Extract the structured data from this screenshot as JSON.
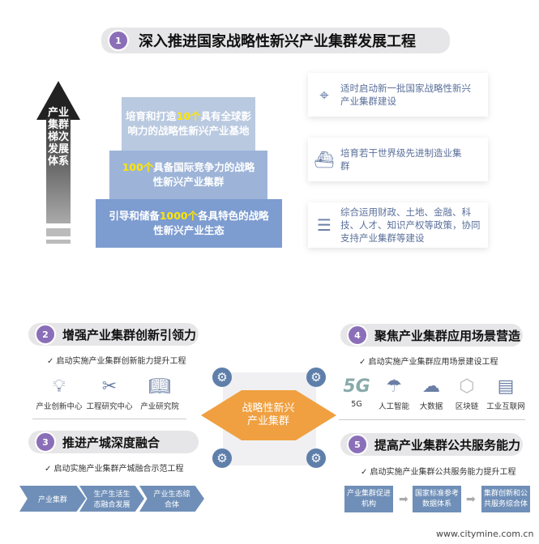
{
  "s1": {
    "num": "1",
    "title": "深入推进国家战略性新兴产业集群发展工程",
    "arrow_label": "产业集群梯次发展体系",
    "tiers": [
      {
        "pre": "培育和打造",
        "hl": "10个",
        "post": "具有全球影响力的战略性新兴产业基地"
      },
      {
        "pre": "",
        "hl": "100个",
        "post": "具备国际竞争力的战略性新兴产业集群"
      },
      {
        "pre": "引导和储备",
        "hl": "1000个",
        "post": "各具特色的战略性新兴产业生态"
      }
    ],
    "cards": [
      {
        "icon": "map-icon",
        "text": "适时启动新一批国家战略性新兴产业集群建设"
      },
      {
        "icon": "ship-icon",
        "text": "培育若干世界级先进制造业集群"
      },
      {
        "icon": "list-icon",
        "text": "综合运用财政、土地、金融、科技、人才、知识产权等政策，协同支持产业集群等建设"
      }
    ]
  },
  "s2": {
    "num": "2",
    "title": "增强产业集群创新引领力",
    "check": "✓ 启动实施产业集群创新能力提升工程",
    "items": [
      "产业创新中心",
      "工程研究中心",
      "产业研究院"
    ]
  },
  "s3": {
    "num": "3",
    "title": "推进产城深度融合",
    "check": "✓ 启动实施产业集群产城融合示范工程",
    "chevrons": [
      "产业集群",
      "生产生活生态融合发展",
      "产业生态综合体"
    ]
  },
  "center": {
    "label": "战略性新兴产业集群",
    "color": "#f0a040"
  },
  "s4": {
    "num": "4",
    "title": "聚焦产业集群应用场景营造",
    "check": "✓ 启动实施产业集群应用场景建设工程",
    "items": [
      {
        "glyph": "5G",
        "label": "5G"
      },
      {
        "glyph": "☂",
        "label": "人工智能"
      },
      {
        "glyph": "☁",
        "label": "大数据"
      },
      {
        "glyph": "⬡",
        "label": "区块链"
      },
      {
        "glyph": "▤",
        "label": "工业互联网"
      }
    ]
  },
  "s5": {
    "num": "5",
    "title": "提高产业集群公共服务能力",
    "check": "✓ 启动实施产业集群公共服务能力提升工程",
    "boxes": [
      "产业集群促进机构",
      "国家标准参考数据体系",
      "集群创新和公共服务综合体"
    ]
  },
  "watermark": "www.citymine.com.cn"
}
